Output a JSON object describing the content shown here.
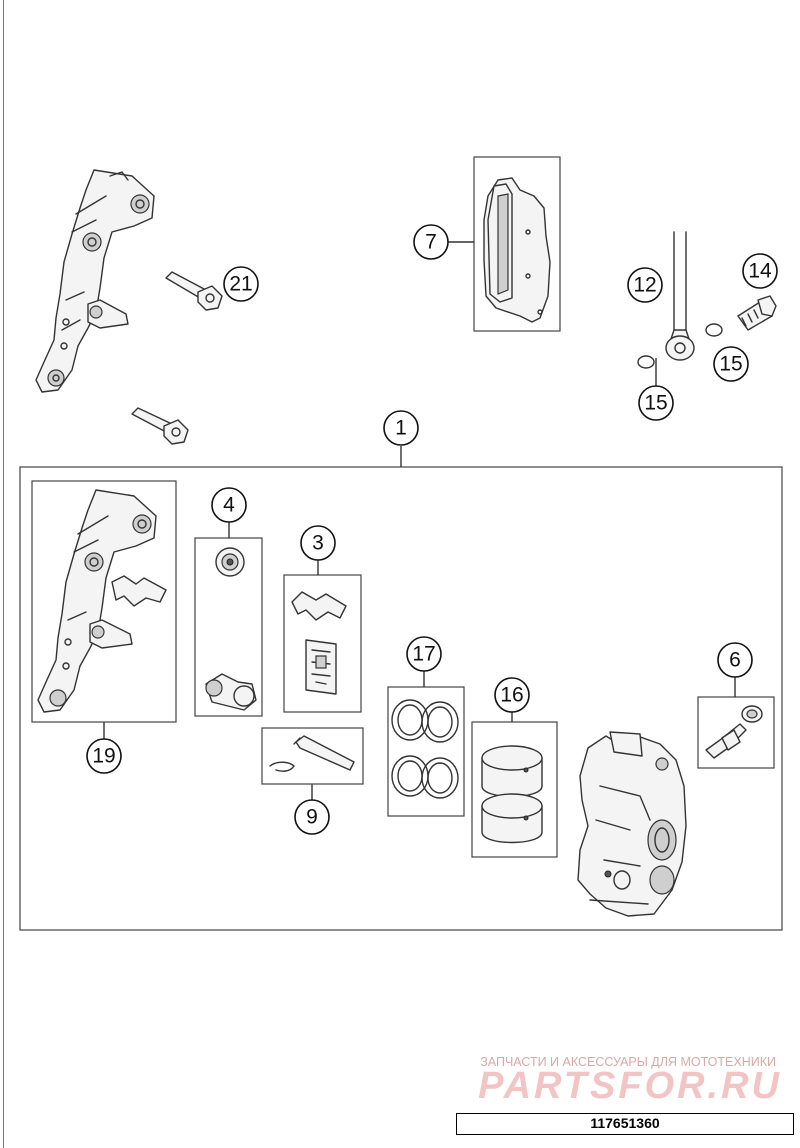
{
  "callouts": [
    {
      "id": "c1",
      "label": "1"
    },
    {
      "id": "c3",
      "label": "3"
    },
    {
      "id": "c4",
      "label": "4"
    },
    {
      "id": "c6",
      "label": "6"
    },
    {
      "id": "c7",
      "label": "7"
    },
    {
      "id": "c9",
      "label": "9"
    },
    {
      "id": "c12",
      "label": "12"
    },
    {
      "id": "c14",
      "label": "14"
    },
    {
      "id": "c15a",
      "label": "15"
    },
    {
      "id": "c15b",
      "label": "15"
    },
    {
      "id": "c16",
      "label": "16"
    },
    {
      "id": "c17",
      "label": "17"
    },
    {
      "id": "c19",
      "label": "19"
    },
    {
      "id": "c21",
      "label": "21"
    }
  ],
  "watermark": {
    "tagline": "ЗАПЧАСТИ И АКСЕССУАРЫ ДЛЯ МОТОТЕХНИКИ",
    "logo": "PARTSFOR.RU"
  },
  "diagram_code": "117651360"
}
